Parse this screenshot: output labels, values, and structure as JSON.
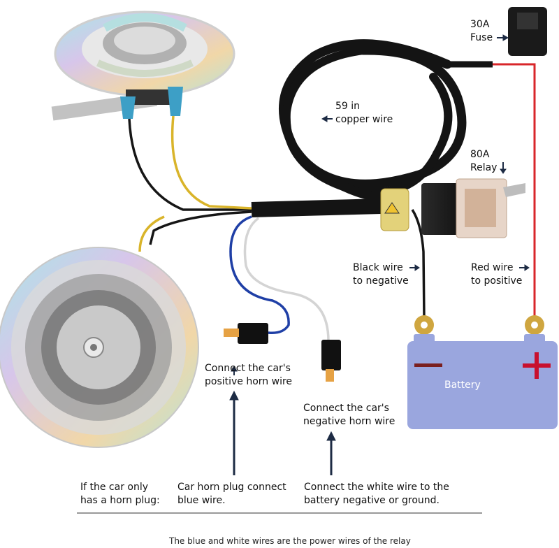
{
  "labels": {
    "fuse": [
      "30A",
      "Fuse"
    ],
    "copper_wire": [
      "59 in",
      "copper wire"
    ],
    "relay": [
      "80A",
      "Relay"
    ],
    "black_wire": [
      "Black wire",
      "to negative"
    ],
    "red_wire": [
      "Red wire",
      "to positive"
    ],
    "battery": "Battery",
    "battery_minus": "−",
    "battery_plus": "+",
    "positive_horn": [
      "Connect the car's",
      "positive horn wire"
    ],
    "negative_horn": [
      "Connect the car's",
      "negative horn wire"
    ]
  },
  "instructions": {
    "condition": [
      "If the car only",
      "has a horn plug:"
    ],
    "blue": [
      "Car horn plug connect",
      "blue wire."
    ],
    "white": [
      "Connect the white wire to the",
      "battery negative or ground."
    ]
  },
  "caption": "The blue and white wires are the power wires of the relay",
  "colors": {
    "battery": "#9aa6de",
    "red_wire": "#d8262a",
    "blue_wire": "#1f3fa6",
    "yellow_wire": "#d9b42a",
    "white_wire": "#d4d4d4",
    "black_wire": "#161616",
    "terminal": "#cfa640"
  }
}
